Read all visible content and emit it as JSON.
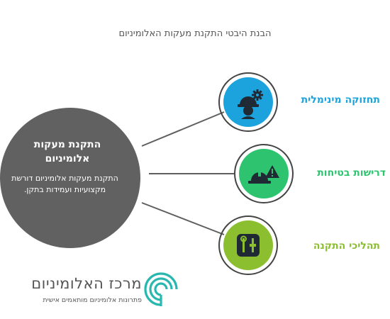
{
  "title": "הבנת היבטי התקנת מעקות האלומיניום",
  "center": {
    "title": "התקנת מעקות אלומיניום",
    "description": "התקנת מעקות אלומיניום דורשת מקצועיות ועמידות בתקן."
  },
  "branches": [
    {
      "label": "תחזוקה מינימלית",
      "color": "#1ca3de",
      "icon": "worker-gear-icon"
    },
    {
      "label": "דרישות בטיחות",
      "color": "#2ec46f",
      "icon": "hardhat-warning-icon"
    },
    {
      "label": "תהליכי התקנה",
      "color": "#8bbf2f",
      "icon": "tools-icon"
    }
  ],
  "brand": {
    "name": "מרכז האלומיניום",
    "tagline": "פתרונות אלומיניום מותאמים אישית",
    "accent": "#29b8b0",
    "icon": "spiral-logo-icon"
  }
}
